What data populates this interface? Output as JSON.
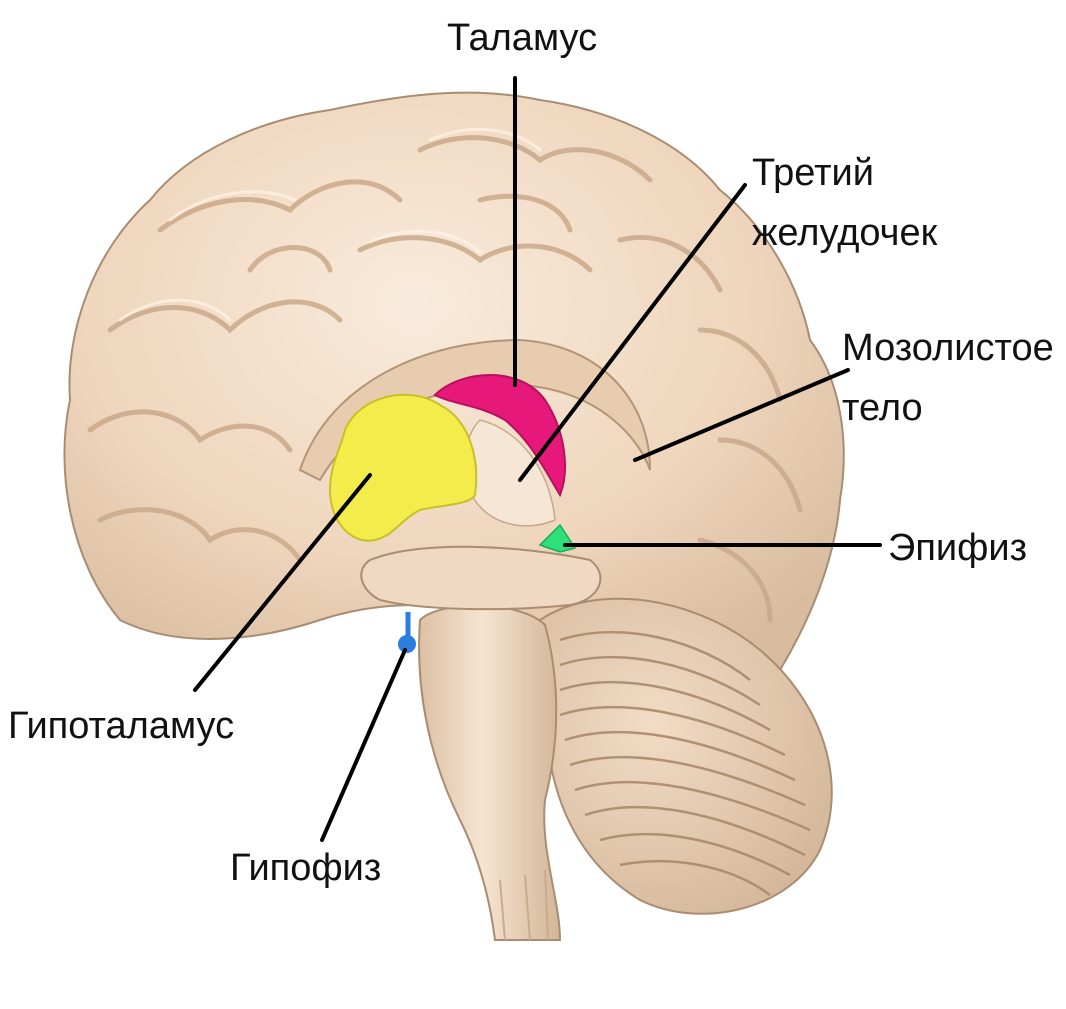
{
  "labels": {
    "thalamus": "Таламус",
    "third_ventricle_line1": "Третий",
    "third_ventricle_line2": "желудочек",
    "corpus_callosum_line1": "Мозолистое",
    "corpus_callosum_line2": "тело",
    "pineal": "Эпифиз",
    "hypothalamus": "Гипоталамус",
    "pituitary": "Гипофиз"
  },
  "colors": {
    "brain": "#f3dcc4",
    "brain_shadow": "#cdb093",
    "brain_outline": "#a98d72",
    "thalamus": "#e6197a",
    "hypothalamus": "#f3ec4a",
    "pineal": "#2ee07a",
    "pituitary": "#2b7de0",
    "leader_lines": "#000000"
  }
}
